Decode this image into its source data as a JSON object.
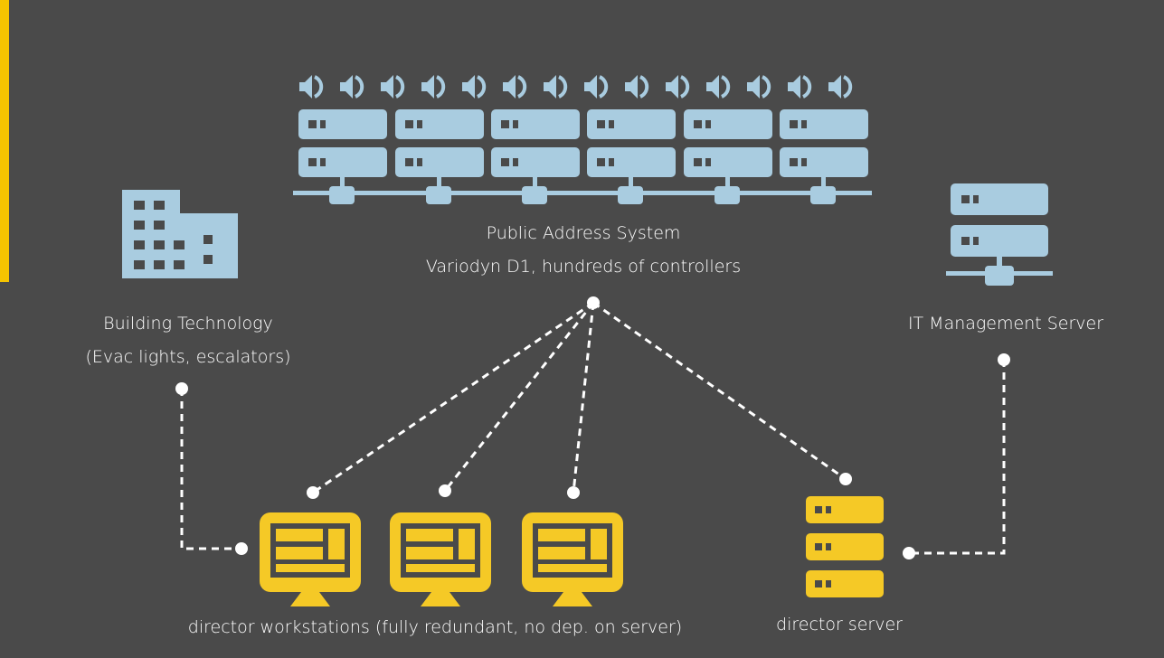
{
  "colors": {
    "background": "#4a4a4a",
    "accent": "#f5c400",
    "device_blue": "#a9cce0",
    "connector": "#ffffff",
    "workstation_yellow": "#f5c926"
  },
  "labels": {
    "pa_title": "Public Address System",
    "pa_subtitle": "Variodyn D1, hundreds of controllers",
    "building_title": "Building Technology",
    "building_subtitle": "(Evac lights, escalators)",
    "it_server": "IT Management Server",
    "workstations": "director workstations (fully redundant, no dep. on server)",
    "director_server": "director server"
  },
  "icons": {
    "speaker": "speaker-icon",
    "controller": "server-rack-icon",
    "building": "building-icon",
    "it_server": "network-server-icon",
    "workstation": "monitor-icon",
    "director_server": "server-stack-icon"
  }
}
